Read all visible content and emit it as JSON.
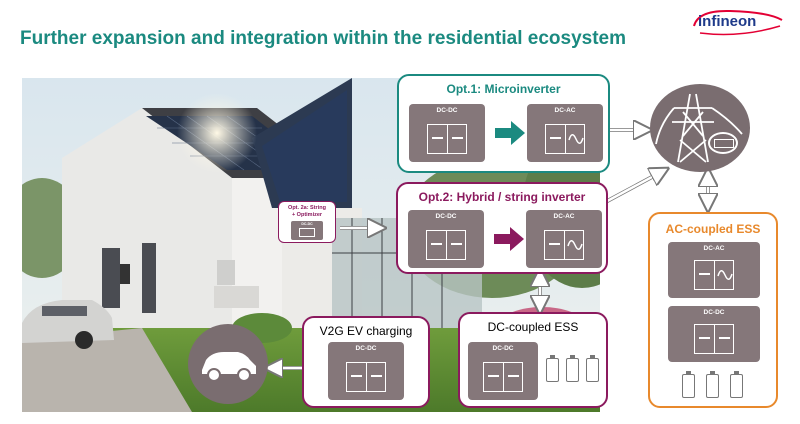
{
  "header": {
    "title": "Further expansion and integration within the residential ecosystem",
    "logo_text": "infineon"
  },
  "colors": {
    "teal": "#1b8a80",
    "purple": "#8b1a5e",
    "orange": "#e8892c",
    "converter": "#85777a",
    "hub": "#7a6d70"
  },
  "opt1": {
    "title": "Opt.1: Microinverter",
    "block1": "DC-DC",
    "block2": "DC-AC"
  },
  "opt2": {
    "title": "Opt.2: Hybrid / string inverter",
    "block1": "DC-DC",
    "block2": "DC-AC"
  },
  "opt2a": {
    "line1": "Opt. 2a: String",
    "line2": "+ Optimizer",
    "block": "DC-DC"
  },
  "v2g": {
    "title": "V2G EV charging",
    "block": "DC-DC"
  },
  "dcess": {
    "title": "DC-coupled ESS",
    "block": "DC-DC"
  },
  "acess": {
    "title": "AC-coupled ESS",
    "block1": "DC-AC",
    "block2": "DC-DC"
  },
  "icons": {
    "grid": "transmission-tower-icon",
    "meter": "smart-meter-icon",
    "car": "car-icon",
    "battery": "battery-icon",
    "dc": "dc-dc-symbol-icon",
    "ac": "dc-ac-symbol-icon"
  }
}
